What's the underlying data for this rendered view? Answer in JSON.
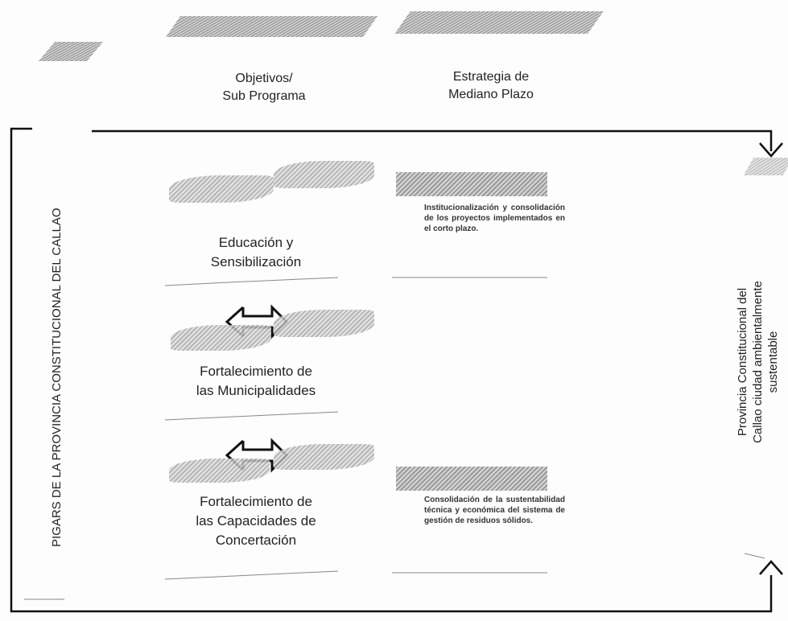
{
  "columns": {
    "objectives_header": "Objetivos/\nSub Programa",
    "strategy_header": "Estrategia de\nMediano Plazo"
  },
  "left_label": "PIGARS DE LA PROVINCIA CONSTITUCIONAL DEL CALLAO",
  "right_label": "Provincia Constitucional del\nCallao ciudad ambientalmente\nsustentable",
  "programs": [
    {
      "name": "Educación y\nSensibilización"
    },
    {
      "name": "Fortalecimiento de\nlas Municipalidades"
    },
    {
      "name": "Fortalecimiento de\nlas Capacidades de\nConcertación"
    }
  ],
  "strategies": [
    {
      "text": "Institucionalización y consolidación de los proyectos implementados en el corto plazo."
    },
    {
      "text": "Consolidación de la sustentabilidad técnica y económica del sistema de gestión de residuos sólidos."
    }
  ]
}
